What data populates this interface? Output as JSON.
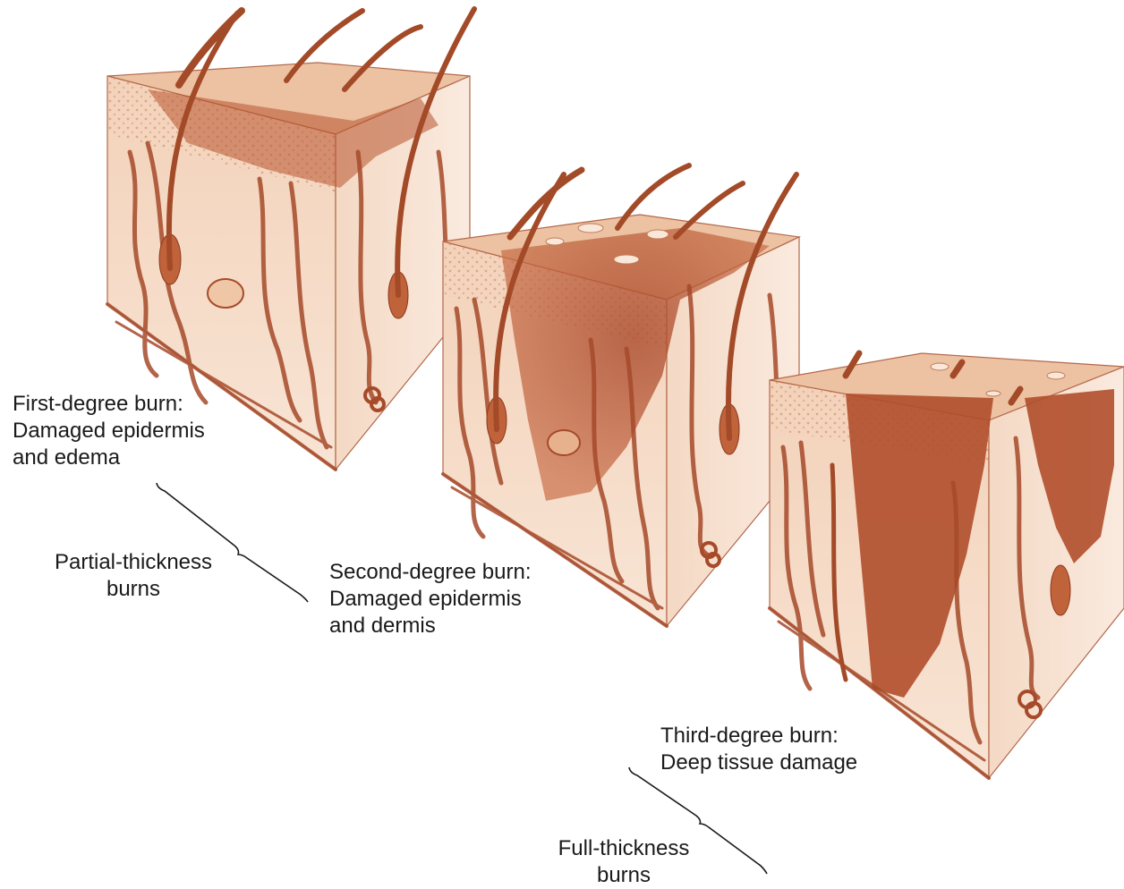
{
  "colors": {
    "skin_light": "#f6dcc6",
    "skin_mid": "#e8b998",
    "skin_side": "#efd0b6",
    "tissue_dark": "#b4532e",
    "vessel": "#a64a2a",
    "burn_damage": "#b8532e",
    "text": "#1a1a1a"
  },
  "labels": {
    "first_degree": [
      "First-degree burn:",
      "Damaged epidermis",
      "and edema"
    ],
    "second_degree": [
      "Second-degree burn:",
      "Damaged epidermis",
      "and dermis"
    ],
    "third_degree": [
      "Third-degree burn:",
      "Deep tissue damage"
    ],
    "partial_thickness": [
      "Partial-thickness",
      "burns"
    ],
    "full_thickness": [
      "Full-thickness",
      "burns"
    ]
  },
  "blocks": [
    {
      "id": "first-degree",
      "damage_depth": 0.25
    },
    {
      "id": "second-degree",
      "damage_depth": 0.6
    },
    {
      "id": "third-degree",
      "damage_depth": 1.0
    }
  ]
}
